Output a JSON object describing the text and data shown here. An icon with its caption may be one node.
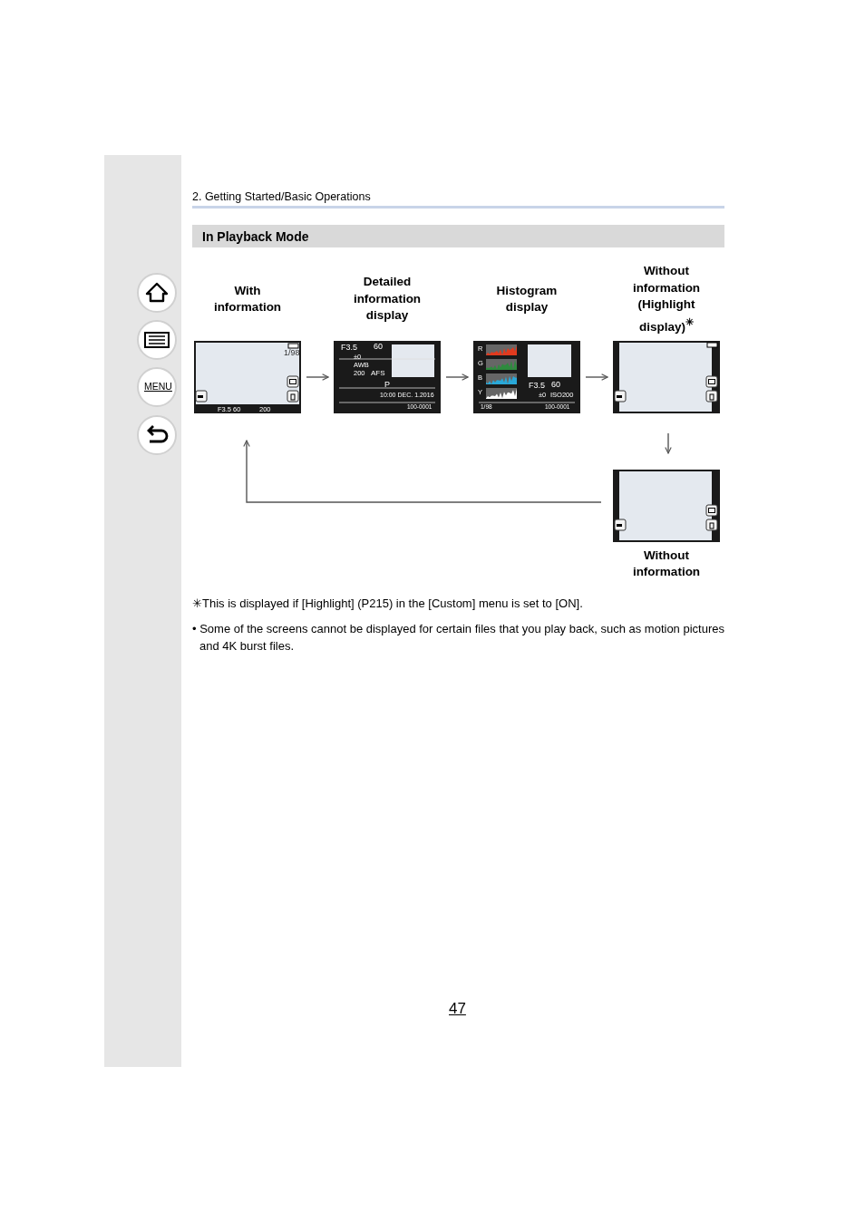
{
  "diagram": {
    "title": "In Playback Mode",
    "nodes": [
      {
        "text": [
          "With information"
        ]
      },
      {
        "text": [
          "Detailed information display"
        ]
      },
      {
        "text": [
          "Histogram display"
        ]
      },
      {
        "text": [
          "Without information (Highlight display)$^{✳}$"
        ]
      },
      {
        "text": [
          "Without information"
        ]
      }
    ],
    "edges": [
      {
        "from": 0,
        "to": 1,
        "arrow": "to"
      },
      {
        "from": 1,
        "to": 2,
        "arrow": "to"
      },
      {
        "from": 2,
        "to": 3,
        "arrow": "to"
      },
      {
        "from": 3,
        "to": 4,
        "arrow": "to"
      },
      {
        "from": 4,
        "to": 0,
        "arrow": "to"
      }
    ],
    "labels": [
      "2. Getting Started/Basic Operations",
      "MENU",
      "1/98",
      "F3.5 60",
      "200",
      "F3.5",
      "60",
      "±0",
      "AWB",
      "200",
      "AFS",
      "P",
      "10:00 DEC. 1.2016",
      "100-0001",
      "R",
      "G",
      "B",
      "Y",
      "F3.5",
      "60",
      "±0",
      "ISO200",
      "1/98",
      "100-0001",
      "✳This is displayed if [Highlight] (P215) in the [Custom] menu is set to [ON].",
      "• Some of the screens cannot be displayed for certain files that you play back, such as motion pictures and 4K burst files.",
      "47"
    ]
  }
}
